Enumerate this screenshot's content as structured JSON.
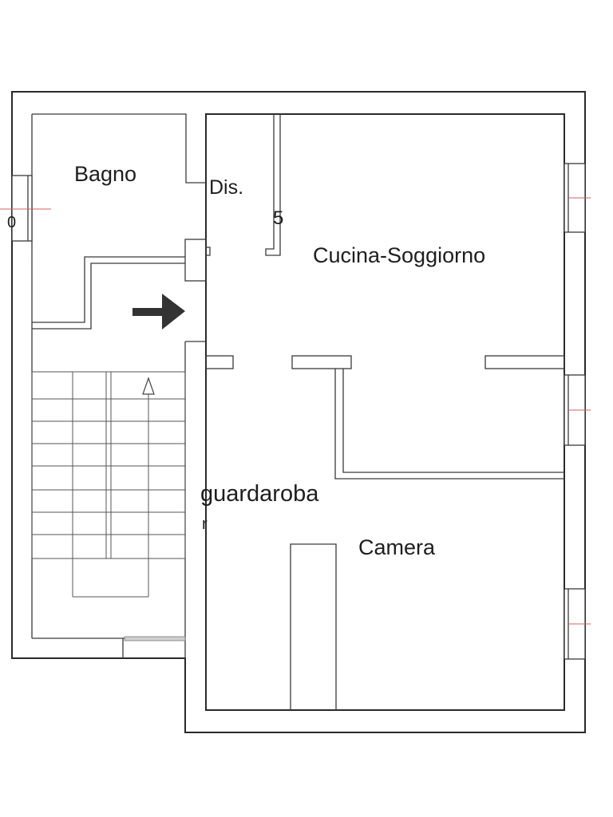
{
  "rooms": {
    "bagno": "Bagno",
    "dis": "Dis.",
    "cucina": "Cucina-Soggiorno",
    "guardaroba_line1": "guardaroba",
    "guardaroba_line2": "r",
    "camera": "Camera"
  },
  "edge_marks": {
    "left": "0",
    "partition": "5"
  },
  "icons": {
    "entrance": "arrow-right-icon",
    "stair_direction": "arrow-up-icon"
  },
  "colors": {
    "walls": "#2a2a2a",
    "window_marks": "#d06060",
    "entrance_arrow": "#333333"
  }
}
